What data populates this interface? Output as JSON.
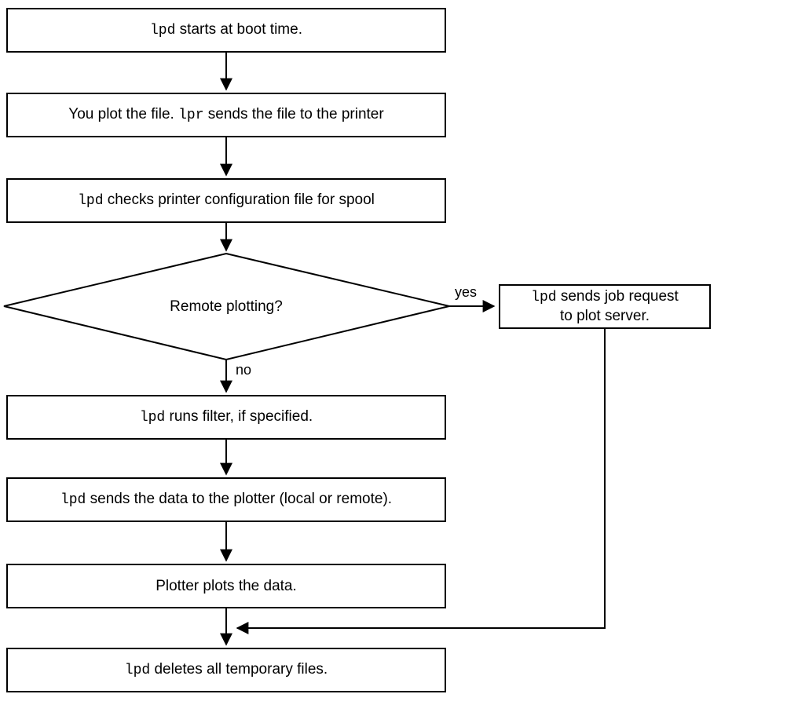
{
  "diagram": {
    "title": "lpd plotting flowchart",
    "colors": {
      "line": "#000000",
      "background": "#ffffff"
    },
    "labels": {
      "yes": "yes",
      "no": "no"
    },
    "nodes": {
      "boot": {
        "mono": "lpd",
        "post": " starts at boot time."
      },
      "plot_file": {
        "pre": "You plot the file. ",
        "mono": "lpr",
        "post": " sends the file to the printer"
      },
      "check_config": {
        "mono": "lpd",
        "post": " checks printer configuration file for spool"
      },
      "remote_decision": {
        "text": "Remote plotting?"
      },
      "send_job": {
        "mono": "lpd",
        "line1": " sends job request",
        "line2": "to plot server."
      },
      "run_filter": {
        "mono": "lpd",
        "post": " runs filter, if specified."
      },
      "send_data": {
        "mono": "lpd",
        "post": " sends the data to the plotter (local or remote)."
      },
      "plotter_plots": {
        "text": "Plotter plots the data."
      },
      "delete_files": {
        "mono": "lpd",
        "post": " deletes all temporary files."
      }
    }
  }
}
